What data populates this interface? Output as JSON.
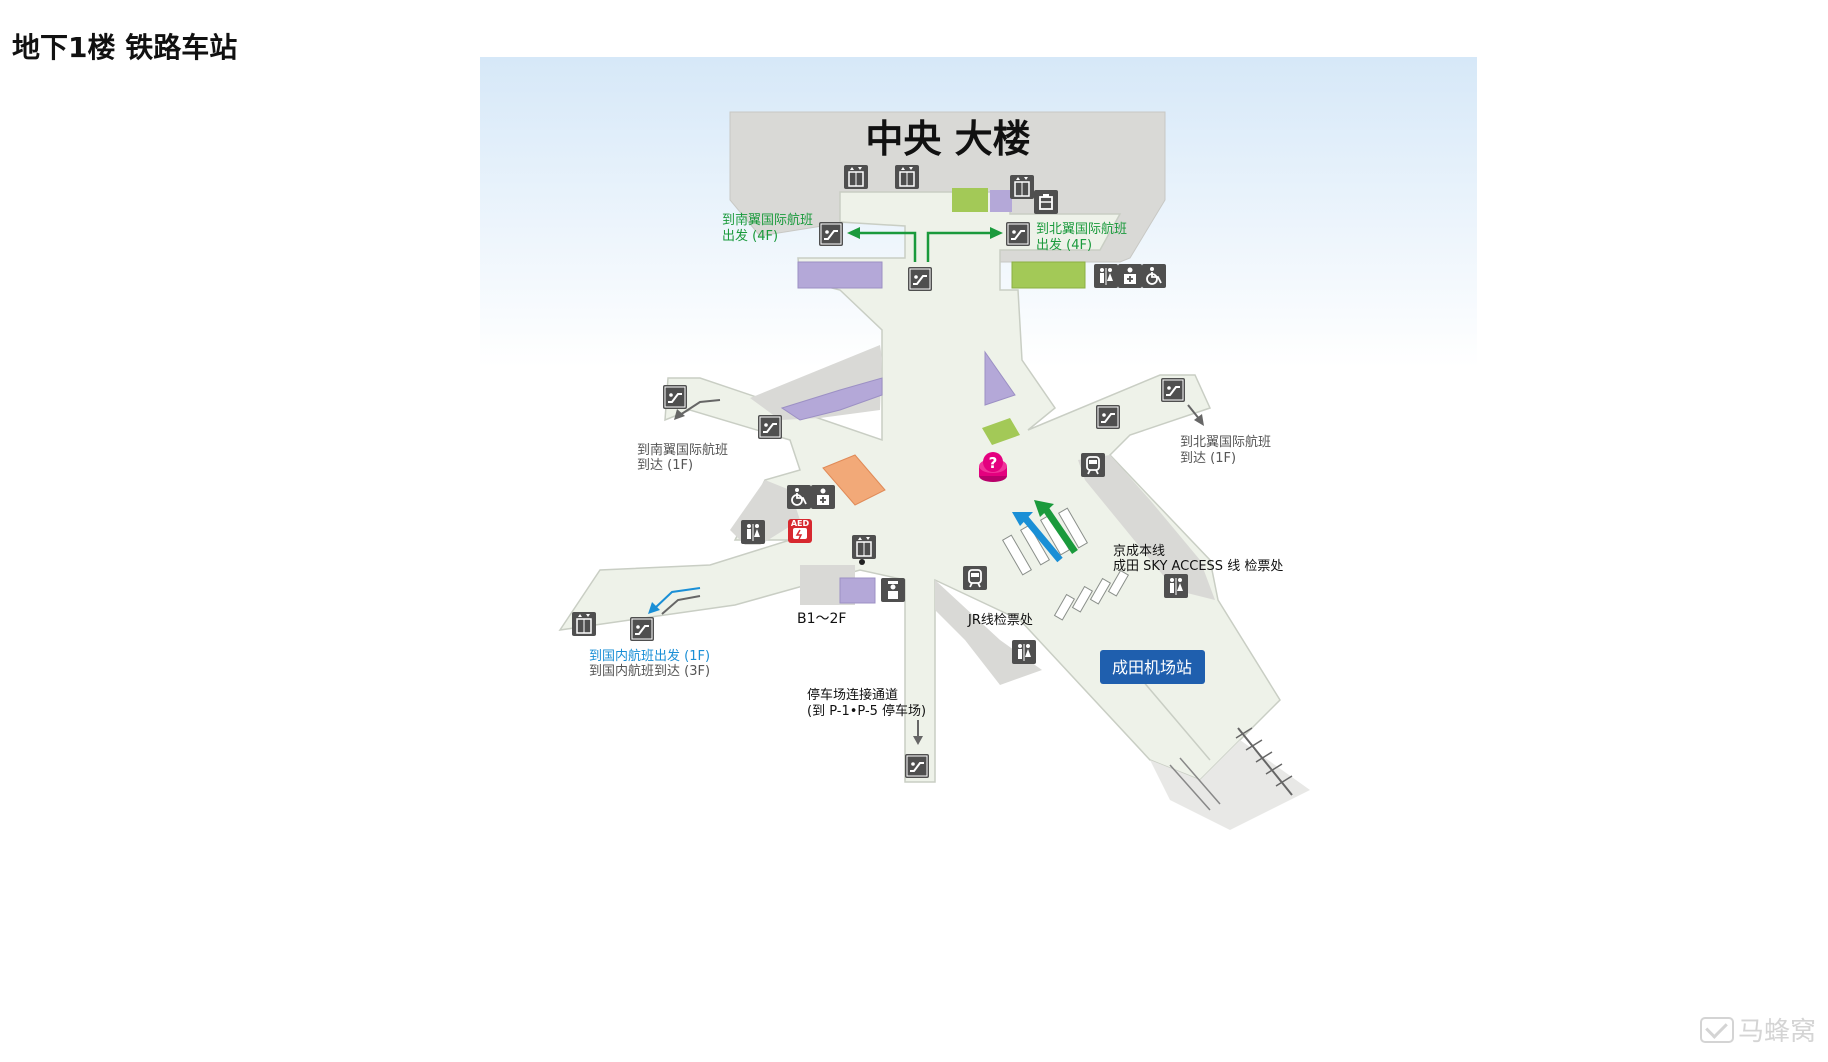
{
  "page": {
    "title": "地下1楼 铁路车站"
  },
  "map": {
    "building_title": "中央 大楼",
    "directions": {
      "south_dep_line1": "到南翼国际航班",
      "south_dep_line2": "出发 (4F)",
      "north_dep_line1": "到北翼国际航班",
      "north_dep_line2": "出发 (4F)",
      "south_arr_line1": "到南翼国际航班",
      "south_arr_line2": "到达 (1F)",
      "north_arr_line1": "到北翼国际航班",
      "north_arr_line2": "到达 (1F)",
      "domestic_dep": "到国内航班出发 (1F)",
      "domestic_arr": "到国内航班到达 (3F)",
      "parking_line1": "停车场连接通道",
      "parking_line2": "(到 P-1•P-5 停车场)",
      "b1_2f": "B1～2F",
      "jr_ticket": "JR线检票处",
      "keisei_line1": "京成本线",
      "keisei_line2": "成田 SKY ACCESS 线 检票处"
    },
    "station_label": "成田机场站",
    "aed_label": "AED",
    "info_label": "?",
    "colors": {
      "sky": "#dbeaf8",
      "building": "#d9d9d6",
      "floor": "#eef2e9",
      "shop": "#b4a8d8",
      "green_area": "#a3c957",
      "orange_area": "#f2a978",
      "green_text": "#1a9a3c",
      "blue_text": "#1a8fd6",
      "station_badge": "#1f5fae",
      "icon_bg": "#4f4f4f",
      "info_pink": "#e4007f",
      "aed_red": "#d7282f"
    },
    "icons": [
      "escalator-icon",
      "elevator-icon",
      "toilet-icon",
      "wheelchair-icon",
      "nursing-room-icon",
      "train-icon",
      "staff-icon",
      "locker-icon",
      "aed-icon",
      "info-icon"
    ]
  },
  "watermark": {
    "text": "马蜂窝"
  }
}
